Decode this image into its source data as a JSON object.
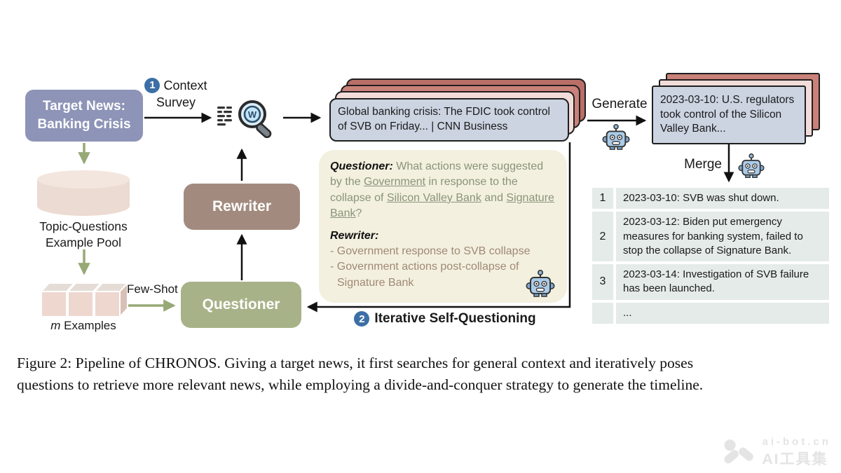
{
  "pipeline": {
    "target_news": {
      "line1": "Target News:",
      "line2": "Banking Crisis"
    },
    "step1": {
      "num": "1",
      "word1": "Context",
      "word2": "Survey"
    },
    "search_icon_letter": "W",
    "pool": {
      "line1": "Topic-Questions",
      "line2": "Example Pool"
    },
    "examples": {
      "m": "m",
      "label": " Examples",
      "few_shot": "Few-Shot"
    },
    "rewriter": "Rewriter",
    "questioner": "Questioner",
    "news_card": "Global banking crisis: The FDIC took control of SVB on Friday... | CNN Business",
    "generate": "Generate",
    "summary_card": "2023-03-10: U.S. regulators took control of the Silicon Valley Bank...",
    "merge": "Merge",
    "step2": {
      "num": "2",
      "label": "Iterative Self-Questioning"
    }
  },
  "note": {
    "questioner_label": "Questioner:",
    "q1": " What actions were suggested by the ",
    "q_ent1": "Government",
    "q2": " in response to the collapse of ",
    "q_ent2": "Silicon Valley Bank",
    "q3": " and ",
    "q_ent3": "Signature Bank",
    "q4": "?",
    "rewriter_label": "Rewriter:",
    "bullet1": "- Government response to SVB collapse",
    "bullet2": "- Government actions post-collapse of Signature Bank"
  },
  "timeline": {
    "rows": [
      {
        "num": "1",
        "text": "2023-03-10: SVB was shut down."
      },
      {
        "num": "2",
        "text": "2023-03-12: Biden put emergency measures for banking system, failed to stop the collapse of Signature Bank."
      },
      {
        "num": "3",
        "text": "2023-03-14: Investigation of SVB failure has been launched."
      },
      {
        "num": "",
        "text": "..."
      }
    ]
  },
  "figure": {
    "caption_line1": "Figure 2: Pipeline of CHRONOS. Giving a target news, it first searches for general context and iteratively poses",
    "caption_line2": "questions to retrieve more relevant news, while employing a divide-and-conquer strategy to generate the timeline."
  },
  "watermark": {
    "site": "ai-bot.cn",
    "name": "AI工具集"
  },
  "colors": {
    "target_box": "#8d94b7",
    "rewriter_box": "#a28b7e",
    "questioner_box": "#a7b288",
    "card_front": "#ccd4e2",
    "card_pink": "#f2dcd9",
    "card_red": "#c98179",
    "note_bg": "#f3f0df",
    "note_green_text": "#89947a",
    "note_brown_text": "#a18876",
    "pool_fill": "#ecdbd2",
    "table_row": "#e4ebe8",
    "badge_blue": "#3c6fa6",
    "arrow_green": "#97a976"
  }
}
